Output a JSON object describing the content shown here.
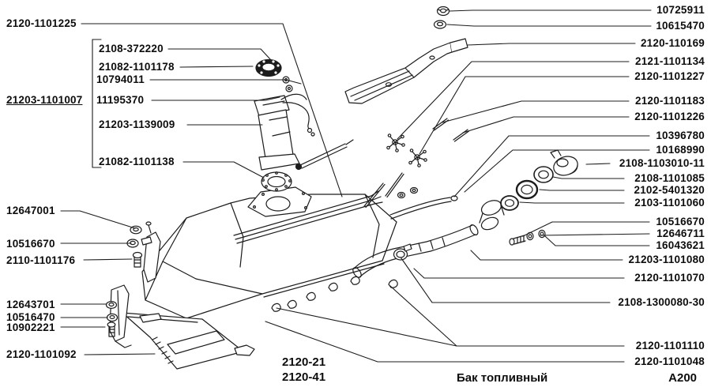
{
  "diagram": {
    "caption": "Бак топливный",
    "page_code": "A200",
    "variant_codes": [
      "2120-21",
      "2120-41"
    ],
    "left_labels": [
      "2120-1101225",
      "2108-372220",
      "21082-1101178",
      "10794011",
      "21203-1101007",
      "11195370",
      "21203-1139009",
      "21082-1101138",
      "12647001",
      "10516670",
      "2110-1101176",
      "12643701",
      "10516470",
      "10902221",
      "2120-1101092"
    ],
    "right_labels": [
      "10725911",
      "10615470",
      "2120-110169",
      "2121-1101134",
      "2120-1101227",
      "2120-1101183",
      "2120-1101226",
      "10396780",
      "10168990",
      "2108-1103010-11",
      "2108-1101085",
      "2102-5401320",
      "2103-1101060",
      "10516670",
      "12646711",
      "16043621",
      "21203-1101080",
      "2120-1101070",
      "2108-1300080-30",
      "2120-1101110",
      "2120-1101048"
    ],
    "colors": {
      "line": "#1c1c1c",
      "background": "#ffffff",
      "text": "#0d0d0d"
    }
  }
}
